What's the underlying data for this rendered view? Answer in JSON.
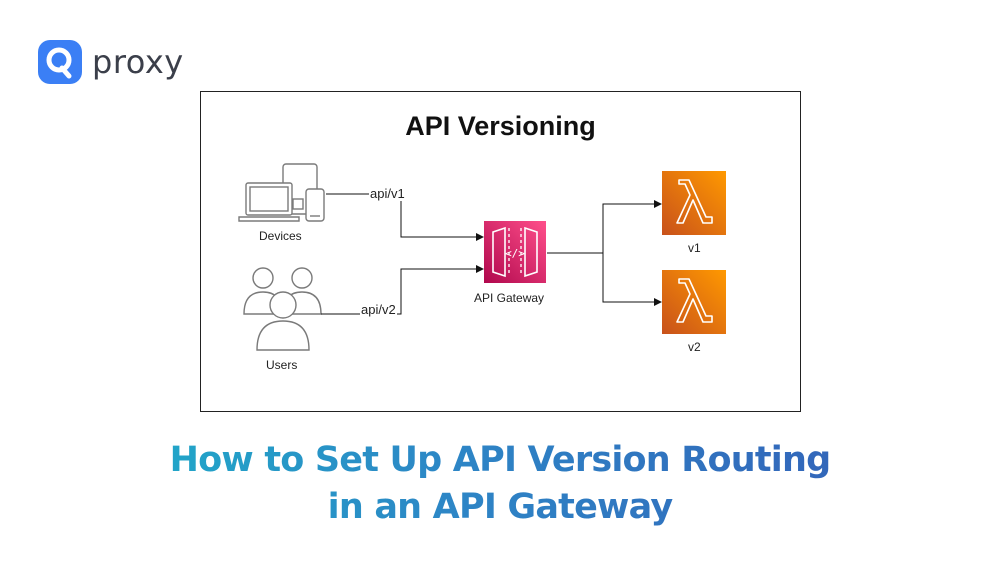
{
  "brand": {
    "name": "proxy",
    "color": "#3b7ff5"
  },
  "diagram": {
    "title": "API Versioning",
    "nodes": {
      "devices": {
        "label": "Devices",
        "icon": "devices-icon"
      },
      "users": {
        "label": "Users",
        "icon": "users-icon"
      },
      "gateway": {
        "label": "API Gateway",
        "icon": "api-gateway-icon",
        "color": "#e7157b"
      },
      "lambda_v1": {
        "label": "v1",
        "icon": "lambda-icon",
        "color": "#ed7100"
      },
      "lambda_v2": {
        "label": "v2",
        "icon": "lambda-icon",
        "color": "#ed7100"
      }
    },
    "edges": [
      {
        "from": "devices",
        "to": "gateway",
        "label": "api/v1"
      },
      {
        "from": "users",
        "to": "gateway",
        "label": "api/v2"
      },
      {
        "from": "gateway",
        "to": "lambda_v1",
        "label": ""
      },
      {
        "from": "gateway",
        "to": "lambda_v2",
        "label": ""
      }
    ]
  },
  "headline": {
    "line1": "How to Set Up API Version Routing",
    "line2": "in an API Gateway"
  }
}
